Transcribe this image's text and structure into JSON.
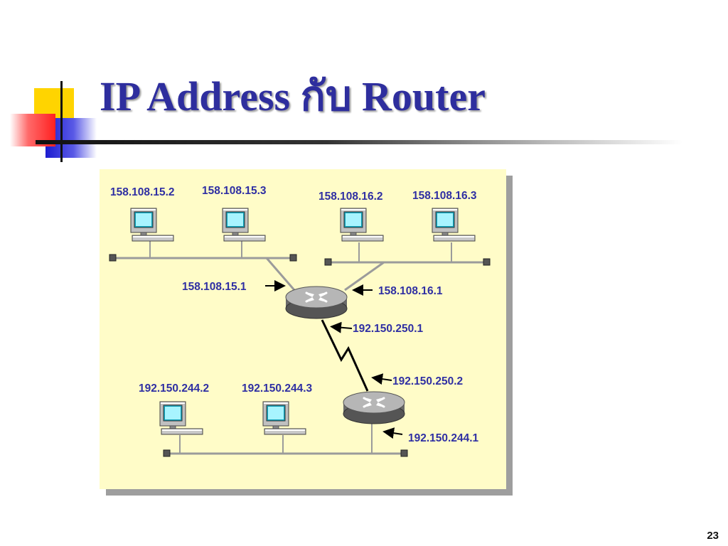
{
  "slide": {
    "title": "IP Address กับ Router",
    "page_number": "23"
  },
  "diagram": {
    "hosts": {
      "a1": "158.108.15.2",
      "a2": "158.108.15.3",
      "b1": "158.108.16.2",
      "b2": "158.108.16.3",
      "c1": "192.150.244.2",
      "c2": "192.150.244.3"
    },
    "interfaces": {
      "r1_left": "158.108.15.1",
      "r1_right": "158.108.16.1",
      "r1_wan": "192.150.250.1",
      "r2_wan": "192.150.250.2",
      "r2_lan": "192.150.244.1"
    }
  }
}
